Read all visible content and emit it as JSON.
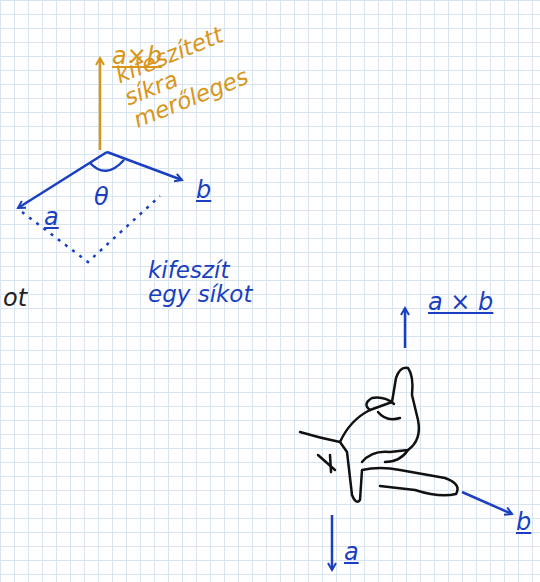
{
  "diagram": {
    "labels": [
      "a×b",
      "kifeszített síkra merőleges",
      "a",
      "θ",
      "b",
      "kifeszít egy síkot",
      "ot",
      "a × b",
      "b",
      "a"
    ]
  }
}
